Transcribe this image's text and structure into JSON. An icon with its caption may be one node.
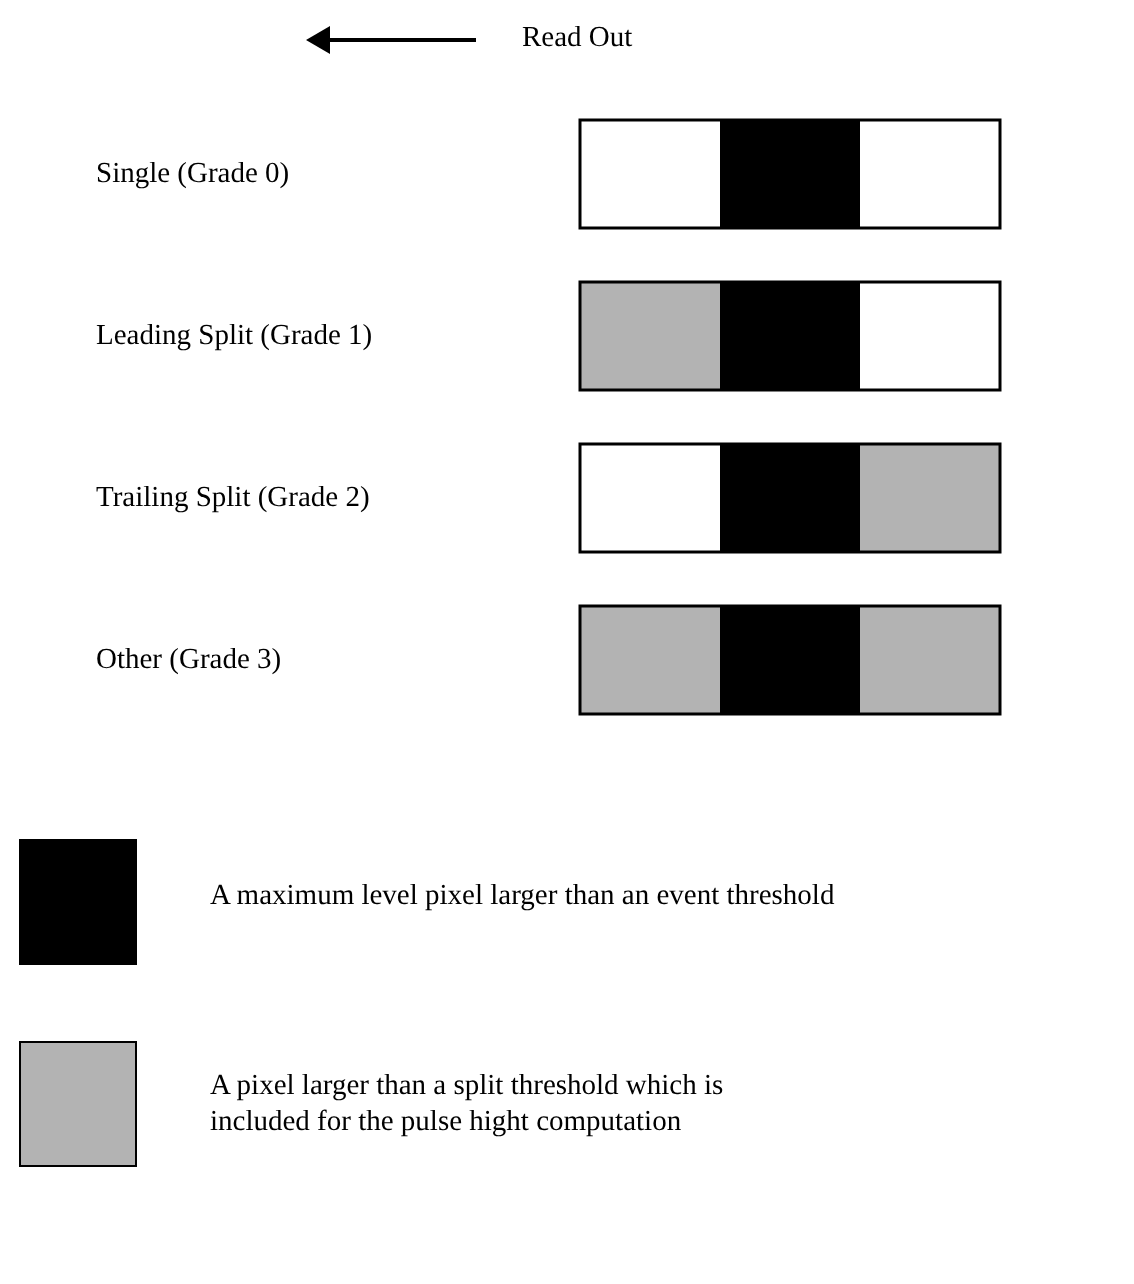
{
  "diagram": {
    "labels": [
      "Read Out",
      "Single (Grade 0)",
      "Leading Split (Grade 1)",
      "Trailing Split (Grade 2)",
      "Other (Grade 3)"
    ],
    "legend": [
      {
        "text": "A maximum level pixel larger than an event threshold",
        "color": "#000000"
      },
      {
        "text": "A pixel larger than a split threshold which is included for the pulse hight computation",
        "color": "#b3b3b3"
      }
    ]
  }
}
